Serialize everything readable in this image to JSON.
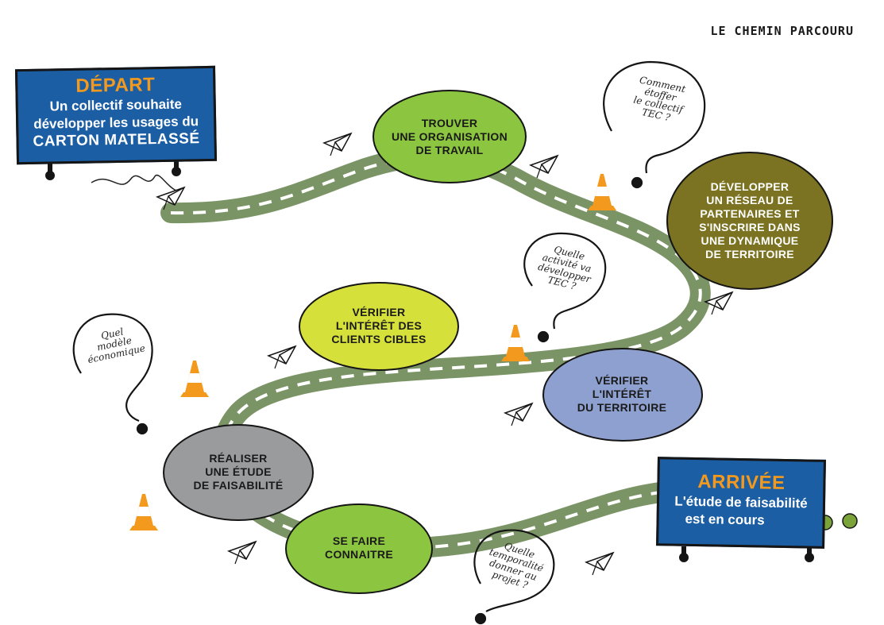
{
  "header": {
    "title": "LE CHEMIN PARCOURU"
  },
  "start": {
    "title": "DÉPART",
    "line1": "Un collectif souhaite",
    "line2": "développer les usages du",
    "line3": "CARTON MATELASSÉ"
  },
  "finish": {
    "title": "ARRIVÉE",
    "line1": "L'étude de faisabilité",
    "line2": "est en cours"
  },
  "steps": [
    {
      "lines": [
        "TROUVER",
        "UNE ORGANISATION",
        "DE TRAVAIL"
      ],
      "color": "#8cc540"
    },
    {
      "lines": [
        "DÉVELOPPER",
        "UN RÉSEAU DE",
        "PARTENAIRES ET",
        "S'INSCRIRE DANS",
        "UNE DYNAMIQUE",
        "DE TERRITOIRE"
      ],
      "color": "#7b7321"
    },
    {
      "lines": [
        "VÉRIFIER",
        "L'INTÉRÊT",
        "DU TERRITOIRE"
      ],
      "color": "#8ea0cf"
    },
    {
      "lines": [
        "VÉRIFIER",
        "L'INTÉRÊT DES",
        "CLIENTS CIBLES"
      ],
      "color": "#d6e03a"
    },
    {
      "lines": [
        "RÉALISER",
        "UNE ÉTUDE",
        "DE FAISABILITÉ"
      ],
      "color": "#9a9b9d"
    },
    {
      "lines": [
        "SE FAIRE",
        "CONNAITRE"
      ],
      "color": "#8cc540"
    }
  ],
  "questions": [
    {
      "lines": [
        "Comment",
        "étoffer",
        "le collectif",
        "TEC ?"
      ]
    },
    {
      "lines": [
        "Quelle",
        "activité va",
        "développer",
        "TEC ?"
      ]
    },
    {
      "lines": [
        "Quel",
        "modèle",
        "économique"
      ]
    },
    {
      "lines": [
        "Quelle",
        "temporalité",
        "donner au",
        "projet ?"
      ]
    }
  ],
  "colors": {
    "road": "#7b9466",
    "road_dash": "#ffffff",
    "sign_blue": "#1b5ea4",
    "sign_title": "#f39a1e",
    "cone_orange": "#f39a1e"
  },
  "icons": [
    "paper-plane-icon",
    "traffic-cone-icon",
    "question-mark-bubble-icon",
    "snail-icon"
  ]
}
